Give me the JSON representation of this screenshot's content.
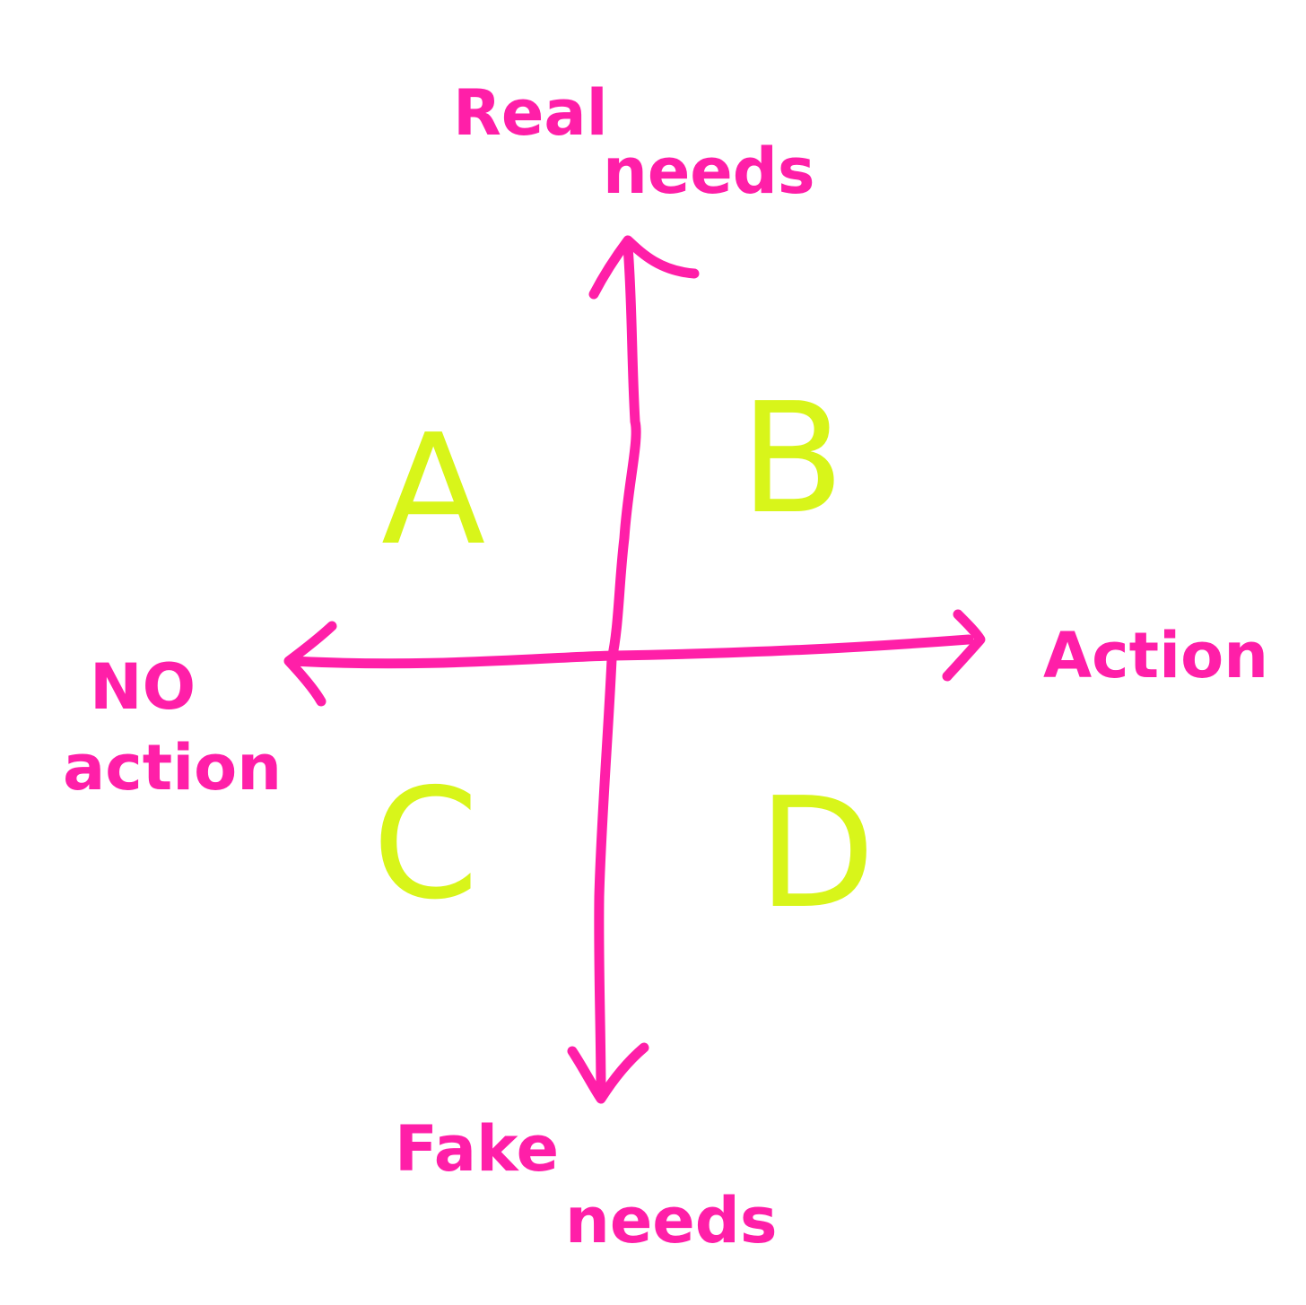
{
  "colors": {
    "axis": "#ff1fa8",
    "quadrant": "#d8f51a",
    "background": "#ffffff"
  },
  "axes": {
    "top": [
      "Real",
      "needs"
    ],
    "bottom": [
      "Fake",
      "needs"
    ],
    "left": [
      "NO",
      "action"
    ],
    "right": [
      "Action"
    ]
  },
  "quadrants": {
    "top_left": "A",
    "top_right": "B",
    "bottom_left": "C",
    "bottom_right": "D"
  }
}
